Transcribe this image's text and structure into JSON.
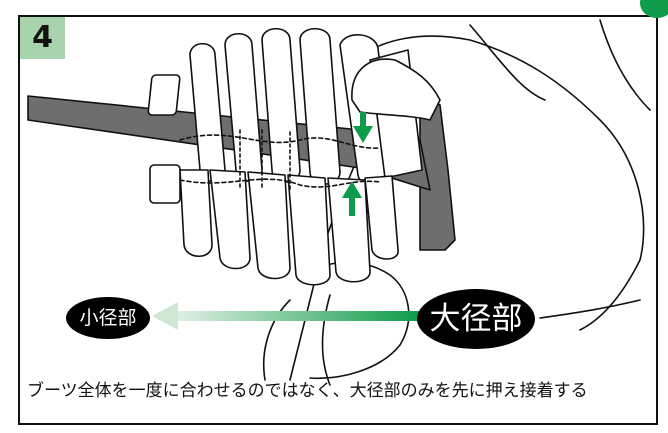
{
  "step": {
    "number": "4"
  },
  "labels": {
    "small_diameter": "小径部",
    "large_diameter": "大径部"
  },
  "caption": {
    "text": "ブーツ全体を一度に合わせるのではなく、大径部のみを先に押え接着する"
  },
  "colors": {
    "accent_green": "#0e9b4a",
    "badge_green": "#a9d3ad",
    "shaft_gray": "#6e6e6e"
  },
  "icons": {
    "arrow": "green-arrow",
    "corner": "green-dot"
  }
}
